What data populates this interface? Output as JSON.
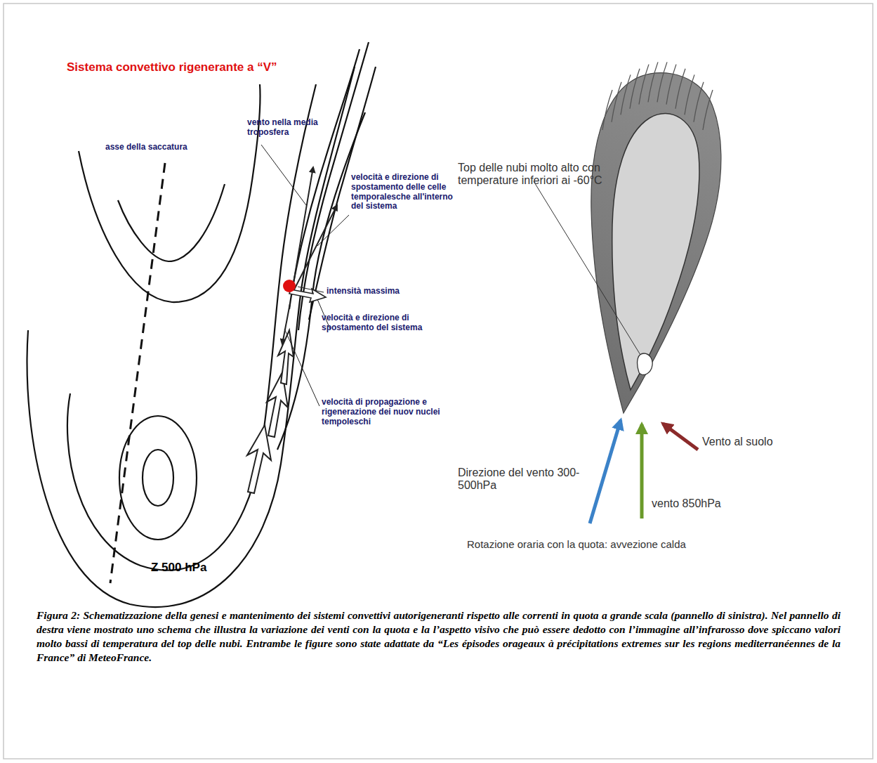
{
  "diagram": {
    "title": "Sistema convettivo rigenerante a “V”",
    "caption": "Figura 2: Schematizzazione della genesi e mantenimento dei sistemi convettivi autorigeneranti rispetto alle correnti in quota a grande scala (pannello di sinistra). Nel pannello di destra viene mostrato uno schema che illustra la variazione dei venti con la quota e la l’aspetto visivo che può essere dedotto con l’immagine all’infrarosso dove spiccano valori molto bassi di temperatura del top delle nubi. Entrambe le figure sono state adattate da “Les épisodes orageaux à précipitations extremes sur les regions mediterranéennes de la France” di MeteoFrance.",
    "labels": [
      "vento nella media troposfera",
      "asse della saccatura",
      "velocità e direzione di spostamento delle celle temporalesche all'interno del sistema",
      "intensità massima",
      "velocità e direzione di spostamento del sistema",
      "velocità di propagazione e rigenerazione dei nuov nuclei tempoleschi",
      "Z 500 hPa",
      "Top delle nubi molto alto con temperature inferiori ai -60°C",
      "Vento al suolo",
      "Direzione del vento 300-500hPa",
      "vento 850hPa",
      "Rotazione oraria con la quota: avvezione calda"
    ]
  }
}
